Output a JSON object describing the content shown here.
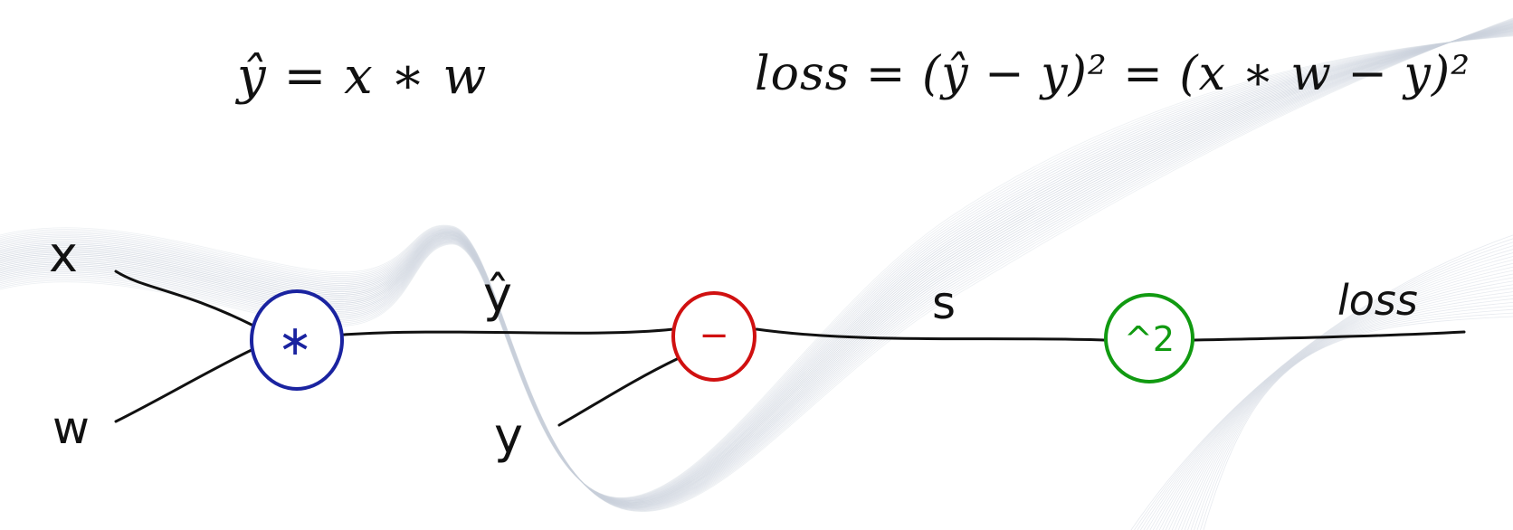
{
  "formulas": {
    "prediction": "ŷ = x ∗ w",
    "loss": "loss = (ŷ − y)² = (x ∗ w − y)²"
  },
  "graph": {
    "inputs": {
      "x": "x",
      "w": "w",
      "y": "y"
    },
    "edges": {
      "y_hat": "ŷ",
      "s": "s",
      "loss": "loss"
    },
    "nodes": {
      "multiply": {
        "label": "∗",
        "color": "#1a23a0"
      },
      "subtract": {
        "label": "−",
        "color": "#d01010"
      },
      "square": {
        "label": "^2",
        "color": "#119a11"
      }
    }
  },
  "colors": {
    "background_waves": "#c9d0db",
    "line": "#111111"
  }
}
